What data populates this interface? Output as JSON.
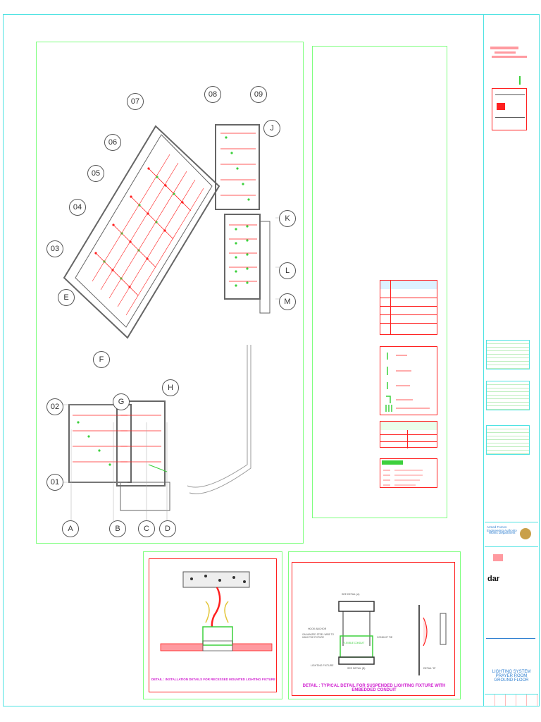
{
  "drawing": {
    "grid_labels": {
      "numbers": [
        "07",
        "08",
        "09",
        "06",
        "05",
        "04",
        "03",
        "02",
        "01"
      ],
      "letters": [
        "J",
        "K",
        "L",
        "M",
        "E",
        "F",
        "G",
        "H",
        "A",
        "B",
        "C",
        "D"
      ]
    }
  },
  "details": {
    "recessed_title": "DETAIL : INSTALLATION DETAILS FOR RECESSED MOUNTED LIGHTING FIXTURE",
    "suspended_title": "DETAIL : TYPICAL DETAIL FOR SUSPENDED LIGHTING FIXTURE WITH EMBEDDED CONDUIT",
    "suspended_labels": {
      "see_detail_a": "SEE DETAIL (A)",
      "see_detail_b": "SEE DETAIL (B)",
      "hook_anchor": "HOOK ANCHOR",
      "galvanized_wire": "GALVANIZED STEEL WIRE TO HANG THE FIXTURE",
      "lighting_fixture": "LIGHTING FIXTURE",
      "conduit_tie": "CONDUIT TIE",
      "flexible_conduit": "FLEXIBLE CONDUIT",
      "detail_b": "DETAIL \"B\""
    }
  },
  "title_block": {
    "authority": "Armed Forces Engineering Authority",
    "department": "Works Department",
    "consultant_logo": "dar",
    "sheet_title_1": "LIGHTING SYSTEM",
    "sheet_title_2": "PRAYER ROOM",
    "sheet_title_3": "GROUND FLOOR"
  },
  "colors": {
    "cyan": "#4fe3e3",
    "green": "#7dff7d",
    "red": "#ff2020",
    "magenta": "#d020d0",
    "blue_text": "#2f7fd0"
  }
}
